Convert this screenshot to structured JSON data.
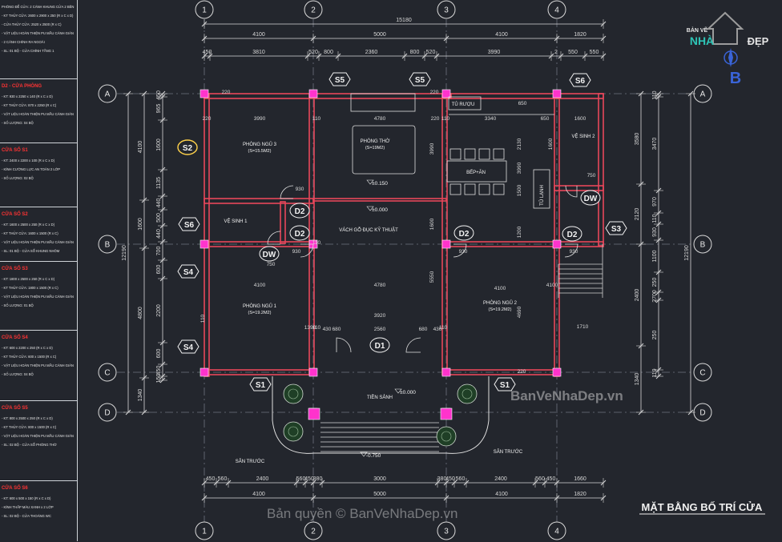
{
  "title": "MẶT BẰNG BỐ TRÍ CỬA",
  "watermark_main": "BanVeNhaDep.vn",
  "watermark_copyright": "Bản quyền © BanVeNhaDep.vn",
  "logo": {
    "line1": "BẢN VẼ",
    "line2a": "NHÀ",
    "line2b": "ĐẸP",
    "icon": "house-logo-icon"
  },
  "compass_letter": "B",
  "colors": {
    "background": "#23262d",
    "wall": "#e8465a",
    "dim": "#d9d9d9",
    "text": "#f2f2f2",
    "accent": "#ff3333",
    "column": "#ff33cc",
    "tag_outline": "#f2f2f2",
    "tag_highlight": "#ffd24a"
  },
  "axes_vertical": [
    "1",
    "2",
    "3",
    "4"
  ],
  "axes_horizontal": [
    "A",
    "B",
    "C",
    "D"
  ],
  "overall_width": "15180",
  "overall_height_left": "12190",
  "overall_height_right": "12190",
  "top_dims_row1": [
    "4100",
    "5000",
    "4100",
    "1820"
  ],
  "top_dims_row2": [
    "450",
    "3810",
    "520",
    "800",
    "2360",
    "800",
    "520",
    "3990",
    "2",
    "550",
    "550"
  ],
  "bottom_dims_row1": [
    "450",
    "560",
    "2400",
    "560",
    "450",
    "380",
    "3000",
    "380",
    "450",
    "560",
    "2400",
    "560",
    "450",
    "1660"
  ],
  "bottom_dims_row2": [
    "4100",
    "5000",
    "4100",
    "1820"
  ],
  "left_dims_row1": [
    "4100",
    "1600",
    "4800",
    "1340"
  ],
  "left_dims_row2": [
    "450",
    "965",
    "1600",
    "1135",
    "440",
    "500",
    "440",
    "700",
    "600",
    "2200",
    "600",
    "450",
    "150"
  ],
  "right_dims_row1": [
    "3580",
    "2120",
    "2400",
    "1340"
  ],
  "right_dims_row2": [
    "110",
    "3470",
    "970",
    "110",
    "930",
    "1100",
    "250",
    "2700",
    "250",
    "110"
  ],
  "rooms": [
    {
      "name": "PHÒNG NGỦ 3",
      "area": "(S=15.5M2)"
    },
    {
      "name": "PHÒNG THỜ",
      "area": "(S=19M2)"
    },
    {
      "name": "BẾP+ĂN",
      "area": ""
    },
    {
      "name": "VỆ SINH 2",
      "area": ""
    },
    {
      "name": "VỆ SINH 1",
      "area": ""
    },
    {
      "name": "VÁCH GỖ ĐỤC KỸ THUẬT",
      "area": ""
    },
    {
      "name": "PHÒNG NGỦ 1",
      "area": "(S=19.2M2)"
    },
    {
      "name": "PHÒNG NGỦ 2",
      "area": "(S=19.2M2)"
    },
    {
      "name": "TIỀN SẢNH",
      "area": ""
    },
    {
      "name": "SÂN TRƯỚC",
      "area": ""
    },
    {
      "name": "SÂN TRƯỚC",
      "area": ""
    },
    {
      "name": "TỦ RƯỢU",
      "area": ""
    },
    {
      "name": "TỦ LẠNH",
      "area": ""
    }
  ],
  "levels": [
    "±0.150",
    "±0.000",
    "±0.000",
    "-0.750"
  ],
  "door_tags": [
    "S5",
    "S5",
    "S6",
    "S2",
    "S6",
    "S4",
    "S4",
    "S3",
    "D2",
    "D2",
    "D2",
    "D2",
    "DW",
    "DW",
    "D1",
    "S1",
    "S1"
  ],
  "interior_dims": [
    "3990",
    "4780",
    "3340",
    "1600",
    "4100",
    "4780",
    "4100",
    "3920",
    "2560",
    "680",
    "680",
    "930",
    "930",
    "930",
    "930",
    "750",
    "750",
    "1710",
    "650",
    "650",
    "220",
    "220",
    "220",
    "220",
    "220",
    "110",
    "110",
    "110",
    "110",
    "110",
    "110",
    "430",
    "430",
    "1390",
    "3990",
    "1600",
    "5550",
    "4690",
    "2130",
    "1500",
    "1200",
    "3990",
    "1600",
    "4100"
  ],
  "legend": {
    "sections": [
      {
        "title": "",
        "lines": [
          "PHÒNG ĐỂ CỬA: 2 CÁNH KHUNG CỬA 2 BÊN",
          "- KT THỦY CỬA: 2600 x 2900 x 250 (R x C x D)",
          "- CỬA THỦY CỬA: 2520 x 2500 (R x C)",
          "- VẬT LIỆU HOÀN THIỆN PU MẦU CÁNH GIÁN",
          "- 2 CÁNH CHÍNH RA NGOÀI",
          "- SL: 01 BỘ - CỬA CHÍNH TẦNG 1"
        ]
      },
      {
        "title": "D2 - CỬA PHÒNG",
        "lines": [
          "- KT: 930 x 2250 x 140 (R x C x D)",
          "- KT THỦY CỬA: 870 x 2250 (R x C)",
          "- VẬT LIỆU HOÀN THIỆN PU MẦU CÁNH GIÁN",
          "- SỐ LƯỢNG: 04 BỘ"
        ]
      },
      {
        "title": "CỬA SỔ S1",
        "lines": [
          "- KT: 2400 x 2200 x 100 (R x C x D)",
          "- KÍNH CƯỜNG LỰC AN TOÀN 2 LỚP",
          "- SỐ LƯỢNG: 02 BỘ"
        ]
      },
      {
        "title": "CỬA SỔ S2",
        "lines": [
          "- KT: 1600 x 2500 x 250 (R x C x D)",
          "- KT THỦY CỬA: 1600 x 1500 (R x C)",
          "- VẬT LIỆU HOÀN THIỆN PU MẦU CÁNH GIÁN",
          "- SL: 01 BỘ - CỬA SỔ KHUNG NHÔM"
        ]
      },
      {
        "title": "CỬA SỔ S3",
        "lines": [
          "- KT: 1800 x 2500 x 250 (R x C x D)",
          "- KT THỦY CỬA: 1800 x 1500 (R x C)",
          "- VẬT LIỆU HOÀN THIỆN PU MẦU CÁNH GIÁN",
          "- SỐ LƯỢNG: 01 BỘ"
        ]
      },
      {
        "title": "CỬA SỔ S4",
        "lines": [
          "- KT: 600 x 2200 x 250 (R x C x D)",
          "- KT THỦY CỬA: 600 x 1500 (R x C)",
          "- VẬT LIỆU HOÀN THIỆN PU MẦU CÁNH GIÁN",
          "- SỐ LƯỢNG: 04 BỘ"
        ]
      },
      {
        "title": "CỬA SỔ S5",
        "lines": [
          "- KT: 800 x 2500 x 250 (R x C x D)",
          "- KT THỦY CỬA: 800 x 1500 (R x C)",
          "- VẬT LIỆU HOÀN THIỆN PU MẦU CÁNH GIÁN",
          "- SL: 02 BỘ - CỬA SỔ PHÒNG THỜ"
        ]
      },
      {
        "title": "CỬA SỔ S6",
        "lines": [
          "- KT: 600 x 500 x 150 (R x C x D)",
          "- KÍNH THẤP MÀU XANH x 2 LỚP",
          "- SL: 02 BỘ - CỬA THOÁNG WC"
        ]
      }
    ]
  }
}
